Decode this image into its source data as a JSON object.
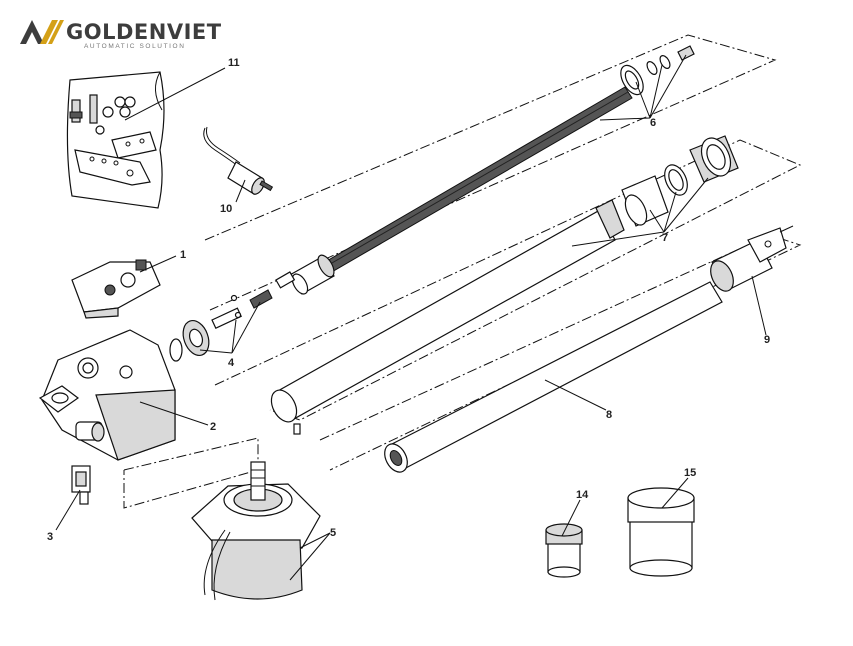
{
  "brand": {
    "name": "GOLDENVIET",
    "tagline": "AUTOMATIC SOLUTION",
    "logo_color": "#d4a017",
    "text_color": "#3d3d3d"
  },
  "callouts": [
    "1",
    "2",
    "3",
    "4",
    "5",
    "6",
    "7",
    "8",
    "9",
    "10",
    "11",
    "14",
    "15"
  ]
}
